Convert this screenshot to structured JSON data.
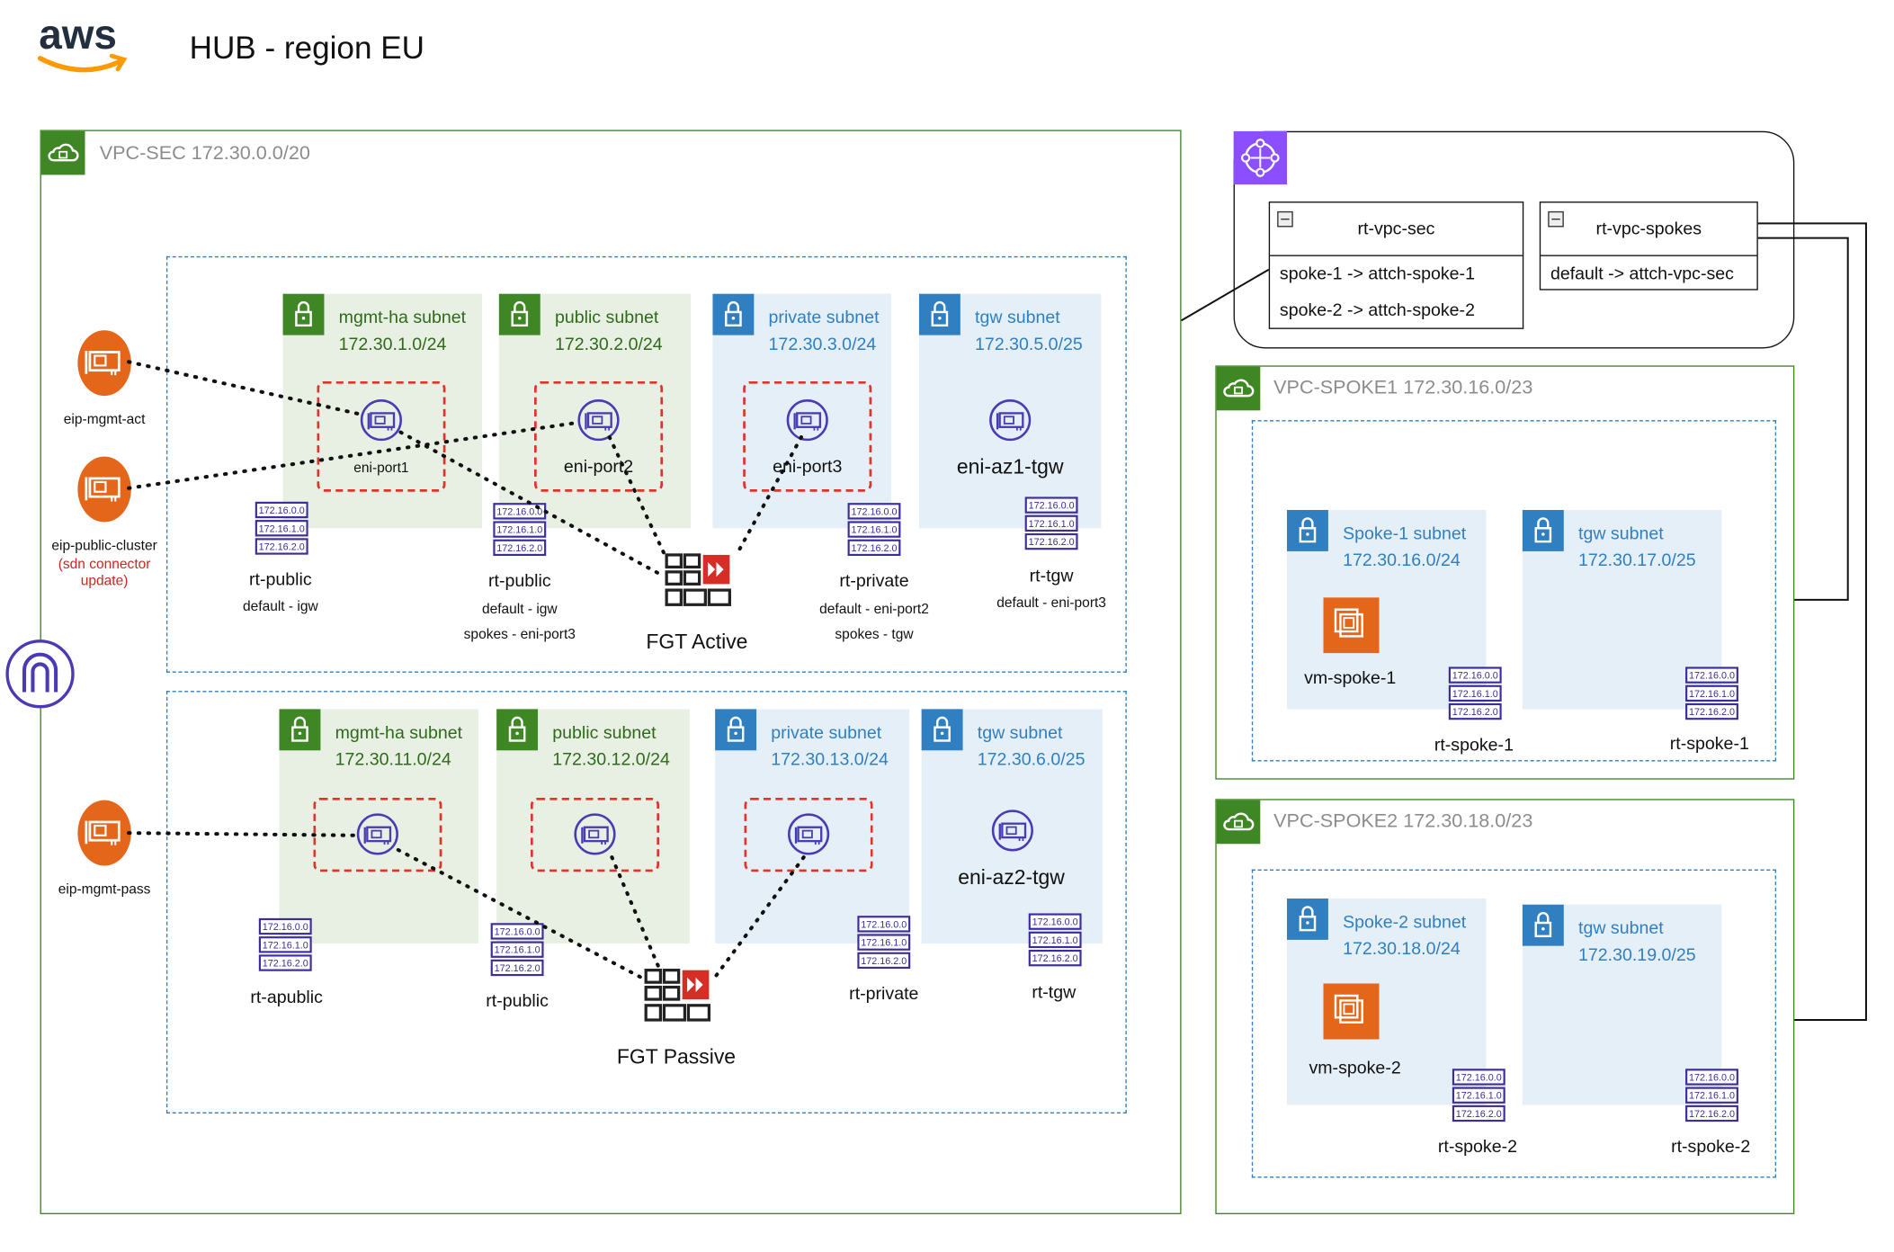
{
  "header": {
    "logo_text": "aws",
    "title": "HUB - region EU"
  },
  "vpc_sec": {
    "label": "VPC-SEC 172.30.0.0/20",
    "az1": {
      "subnets": [
        {
          "name": "mgmt-ha subnet",
          "cidr": "172.30.1.0/24",
          "eni": "eni-port1"
        },
        {
          "name": "public subnet",
          "cidr": "172.30.2.0/24",
          "eni": "eni-port2"
        },
        {
          "name": "private subnet",
          "cidr": "172.30.3.0/24",
          "eni": "eni-port3"
        },
        {
          "name": "tgw subnet",
          "cidr": "172.30.5.0/25",
          "eni": "eni-az1-tgw"
        }
      ],
      "route_tables": [
        {
          "name": "rt-public",
          "routes": [
            "default - igw"
          ]
        },
        {
          "name": "rt-public",
          "routes": [
            "default - igw",
            "spokes - eni-port3"
          ]
        },
        {
          "name": "rt-private",
          "routes": [
            "default - eni-port2",
            "spokes - tgw"
          ]
        },
        {
          "name": "rt-tgw",
          "routes": [
            "default - eni-port3"
          ]
        }
      ],
      "firewall": "FGT Active"
    },
    "az2": {
      "subnets": [
        {
          "name": "mgmt-ha subnet",
          "cidr": "172.30.11.0/24"
        },
        {
          "name": "public subnet",
          "cidr": "172.30.12.0/24"
        },
        {
          "name": "private subnet",
          "cidr": "172.30.13.0/24"
        },
        {
          "name": "tgw subnet",
          "cidr": "172.30.6.0/25",
          "eni": "eni-az2-tgw"
        }
      ],
      "route_tables": [
        "rt-apublic",
        "rt-public",
        "rt-private",
        "rt-tgw"
      ],
      "firewall": "FGT Passive"
    }
  },
  "eips": [
    {
      "name": "eip-mgmt-act"
    },
    {
      "name": "eip-public-cluster",
      "note": "(sdn connector update)"
    },
    {
      "name": "eip-mgmt-pass"
    }
  ],
  "tgw": {
    "tables": [
      {
        "title": "rt-vpc-sec",
        "routes": [
          "spoke-1 -> attch-spoke-1",
          "spoke-2 -> attch-spoke-2"
        ]
      },
      {
        "title": "rt-vpc-spokes",
        "routes": [
          "default -> attch-vpc-sec"
        ]
      }
    ]
  },
  "spokes": [
    {
      "label": "VPC-SPOKE1 172.30.16.0/23",
      "subnets": [
        {
          "name": "Spoke-1 subnet",
          "cidr": "172.30.16.0/24",
          "vm": "vm-spoke-1",
          "rt": "rt-spoke-1"
        },
        {
          "name": "tgw subnet",
          "cidr": "172.30.17.0/25",
          "rt": "rt-spoke-1"
        }
      ]
    },
    {
      "label": "VPC-SPOKE2 172.30.18.0/23",
      "subnets": [
        {
          "name": "Spoke-2 subnet",
          "cidr": "172.30.18.0/24",
          "vm": "vm-spoke-2",
          "rt": "rt-spoke-2"
        },
        {
          "name": "tgw subnet",
          "cidr": "172.30.19.0/25",
          "rt": "rt-spoke-2"
        }
      ]
    }
  ],
  "route_table_icon_lines": [
    "172.16.0.0",
    "172.16.1.0",
    "172.16.2.0"
  ],
  "colors": {
    "vpc_green": "#3f8624",
    "subnet_blue": "#2f7fc1",
    "eip_orange": "#e3661b",
    "fgt_red": "#d42e26",
    "tgw_purple": "#8c4fff",
    "note_red": "#c7291e"
  }
}
